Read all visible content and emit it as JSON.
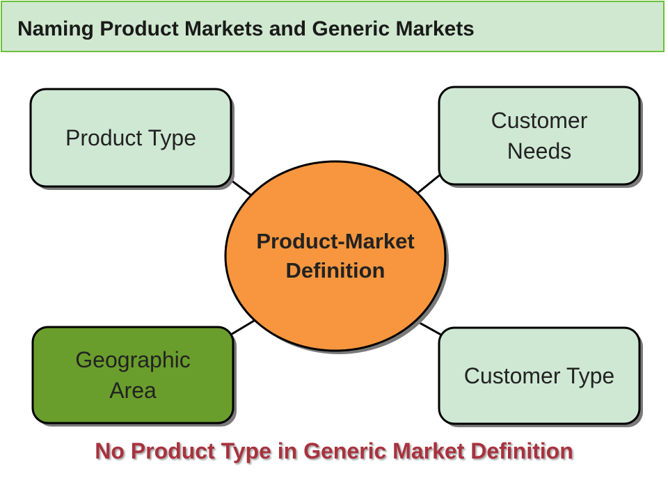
{
  "title": "Naming Product Markets and Generic Markets",
  "center": {
    "line1": "Product-Market",
    "line2": "Definition"
  },
  "boxes": [
    {
      "id": "product-type",
      "line1": "Product Type",
      "line2": "",
      "highlighted": false
    },
    {
      "id": "customer-needs",
      "line1": "Customer",
      "line2": "Needs",
      "highlighted": false
    },
    {
      "id": "geographic-area",
      "line1": "Geographic",
      "line2": "Area",
      "highlighted": true
    },
    {
      "id": "customer-type",
      "line1": "Customer Type",
      "line2": "",
      "highlighted": false
    }
  ],
  "caption": "No Product Type in Generic Market Definition",
  "colors": {
    "title_bg": "#cfe8cf",
    "title_border": "#6cbf3a",
    "box_fill": "#cfe8d4",
    "box_highlight_fill": "#6a9e2c",
    "center_fill": "#f7963e",
    "outline": "#000000",
    "caption": "#a8323e"
  }
}
